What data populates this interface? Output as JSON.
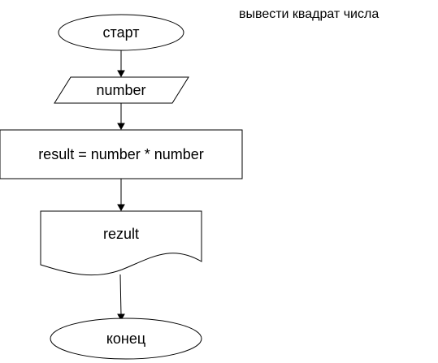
{
  "diagram": {
    "caption": "вывести квадрат числа",
    "nodes": {
      "start": "старт",
      "input": "number",
      "process": "result = number * number",
      "output": "rezult",
      "end": "конец"
    },
    "colors": {
      "stroke": "#000000",
      "fill": "#ffffff",
      "text": "#000000"
    }
  }
}
